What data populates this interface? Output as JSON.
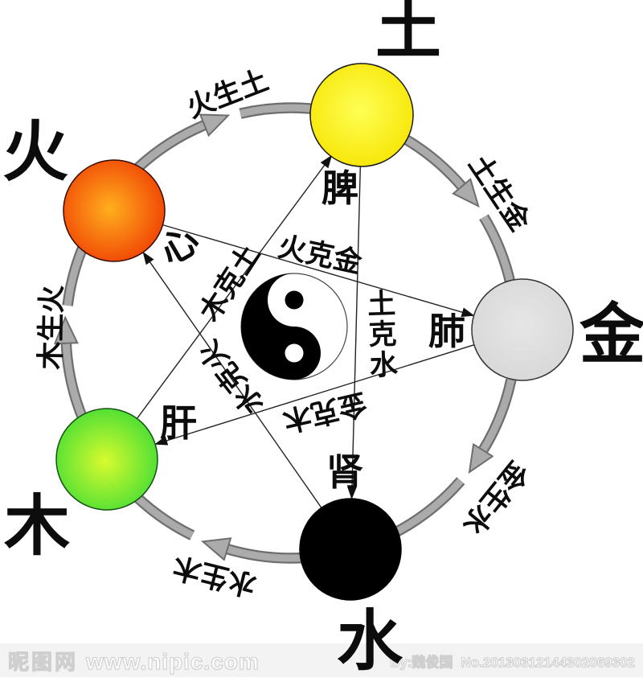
{
  "diagram": {
    "title_hint": "wuxing-five-elements-cycle",
    "center_symbol": "taiji-yin-yang-icon",
    "elements": [
      {
        "name": "earth",
        "label": "土",
        "organ": "脾",
        "fill_center": "#ffff55",
        "fill_edge": "#f6e400"
      },
      {
        "name": "fire",
        "label": "火",
        "organ": "心",
        "fill_center": "#ffaf1e",
        "fill_edge": "#ee3300"
      },
      {
        "name": "metal",
        "label": "金",
        "organ": "肺",
        "fill_center": "#e6e6e6",
        "fill_edge": "#d6d6d6"
      },
      {
        "name": "wood",
        "label": "木",
        "organ": "肝",
        "fill_center": "#d8fb2f",
        "fill_edge": "#35da35"
      },
      {
        "name": "water",
        "label": "水",
        "organ": "肾",
        "fill_center": "#000000",
        "fill_edge": "#000000"
      }
    ],
    "generating_cycle": {
      "fire_earth": "火生土",
      "earth_metal": "土生金",
      "metal_water": "金生水",
      "water_wood": "水生木",
      "wood_fire": "木生火"
    },
    "overcoming_cycle": {
      "fire_metal": "火克金",
      "wood_earth": "木克土",
      "earth_water": "土克水",
      "water_fire": "水克火",
      "metal_wood": "金克木"
    }
  },
  "watermark": {
    "site_logo": "昵图网",
    "site_url": "www.nipic.com",
    "credit": "By:魏俊国",
    "serial": "No.20130312144302069302"
  },
  "colors": {
    "background": "#ffffff",
    "ring_body": "#ababab",
    "ring_outline": "#6e6e6e",
    "thin_line": "#222222",
    "watermark_bar": "#f3f3f3"
  }
}
